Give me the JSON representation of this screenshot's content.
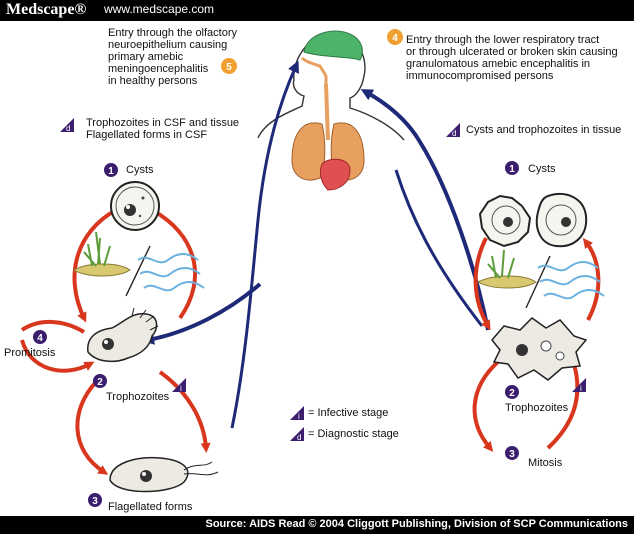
{
  "header": {
    "brand": "Medscape®",
    "url": "www.medscape.com"
  },
  "footer": {
    "source": "Source: AIDS Read © 2004 Cliggott Publishing, Division of SCP Communications"
  },
  "text": {
    "olfactory_entry": [
      "Entry through the olfactory",
      "neuroepithelium causing",
      "primary amebic",
      "meningoencephalitis",
      "in healthy persons"
    ],
    "respiratory_entry": [
      "Entry through the lower respiratory tract",
      "or through ulcerated or broken skin causing",
      "granulomatous amebic encephalitis in",
      "immunocompromised persons"
    ],
    "left_diagnostic": [
      "Trophozoites in CSF and tissue",
      "Flagellated forms in CSF"
    ],
    "right_diagnostic": "Cysts and trophozoites in tissue",
    "left_cysts": "Cysts",
    "left_promitosis": "Promitosis",
    "left_trophozoites": "Trophozoites",
    "left_flagellated": "Flagellated forms",
    "right_cysts": "Cysts",
    "right_trophozoites": "Trophozoites",
    "right_mitosis": "Mitosis",
    "legend_infective": "= Infective stage",
    "legend_diagnostic": "= Diagnostic stage"
  },
  "stage_numbers": {
    "left_cysts": "1",
    "left_trophozoites": "2",
    "left_flagellated": "3",
    "left_promitosis": "4",
    "right_cysts": "1",
    "right_trophozoites": "2",
    "right_mitosis": "3",
    "entry_olfactory": "5",
    "entry_respiratory": "4"
  },
  "markers": {
    "infective": "i",
    "diagnostic": "d"
  },
  "colors": {
    "cycle_arrow": "#d9361e",
    "route_arrow": "#1e2a78",
    "number_badge": "#3b1f6e",
    "entry_badge": "#f0a030",
    "brain": "#4db36a",
    "lungs": "#e8a060",
    "heart": "#e05050"
  }
}
